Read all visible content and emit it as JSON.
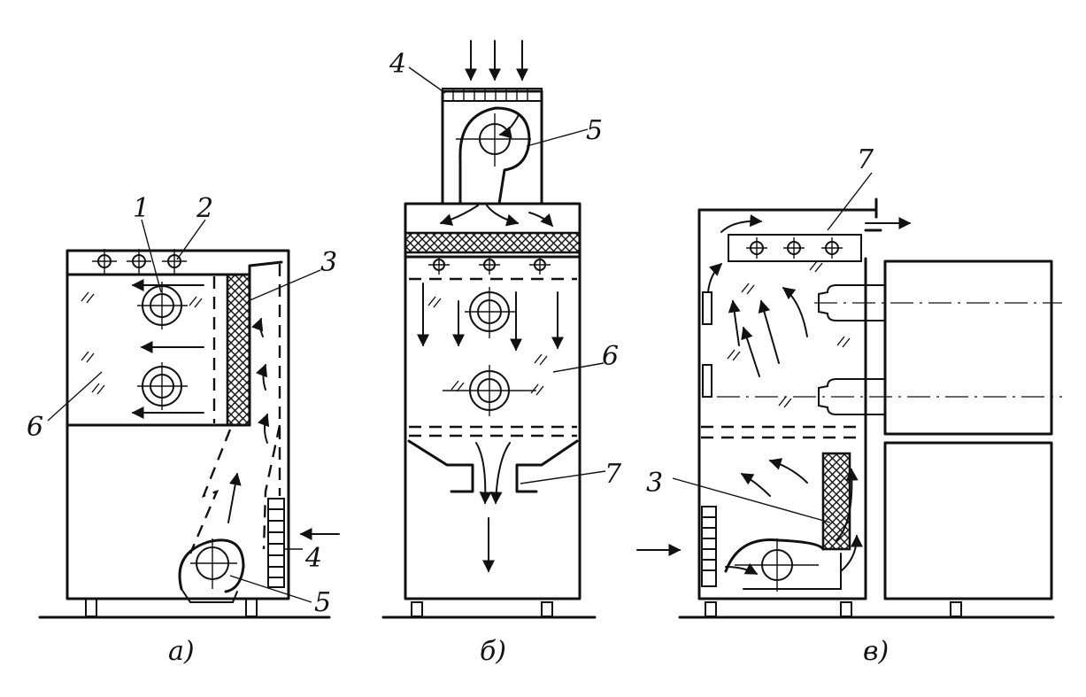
{
  "diagram": {
    "panels": [
      {
        "id": "a",
        "caption": "а)",
        "labels": [
          "1",
          "2",
          "3",
          "4",
          "5",
          "6"
        ]
      },
      {
        "id": "b",
        "caption": "б)",
        "labels": [
          "4",
          "5",
          "6",
          "7"
        ]
      },
      {
        "id": "v",
        "caption": "в)",
        "labels": [
          "7",
          "3"
        ]
      }
    ]
  }
}
